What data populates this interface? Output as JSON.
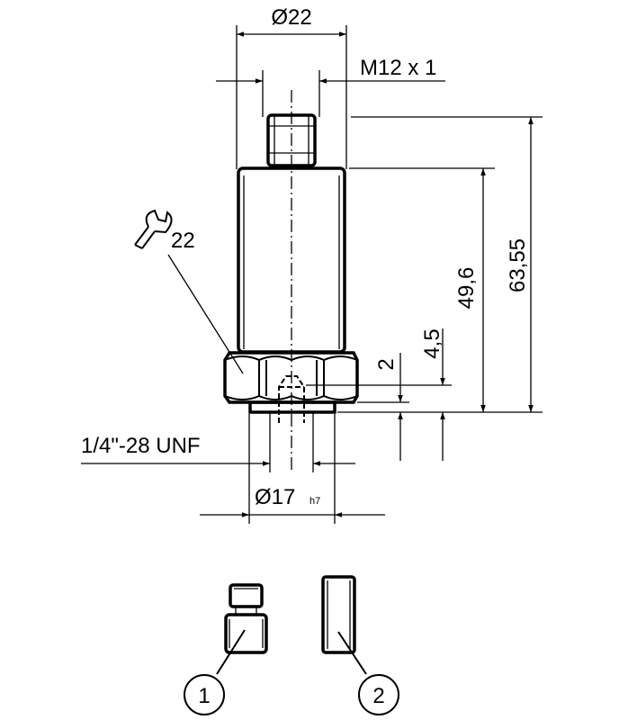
{
  "drawing": {
    "dim_top_diameter": "Ø22",
    "dim_thread_connector": "M12 x 1",
    "dim_total_length": "63,55",
    "dim_body_length": "49,6",
    "dim_thread_length": "4,5",
    "dim_collar": "2",
    "wrench_size": "22",
    "thread_label": "1/4\"-28 UNF",
    "dim_bottom_diameter": "Ø17",
    "dim_bottom_tolerance": "h7",
    "callout_1": "1",
    "callout_2": "2"
  }
}
